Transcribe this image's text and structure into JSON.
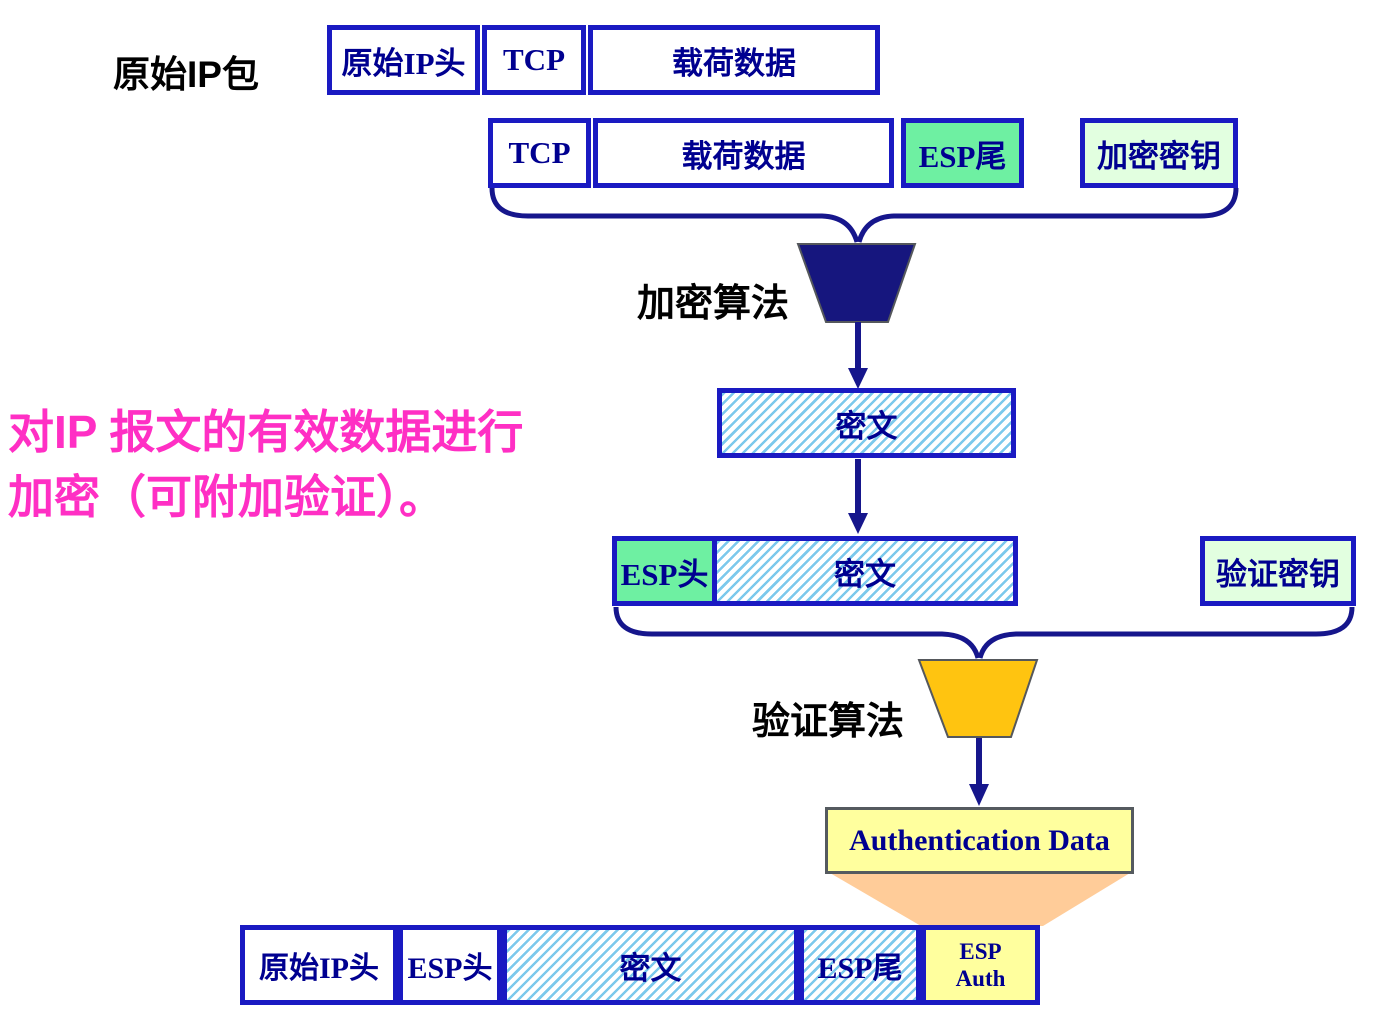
{
  "labels": {
    "original_packet": "原始IP包",
    "encrypt_algorithm": "加密算法",
    "verify_algorithm": "验证算法",
    "annotation_line1": "对IP 报文的有效数据进行",
    "annotation_line2": "加密（可附加验证）。"
  },
  "row_original": {
    "cells": [
      "原始IP头",
      "TCP",
      "载荷数据"
    ]
  },
  "row_to_encrypt": {
    "tcp": "TCP",
    "payload": "载荷数据",
    "esp_tail": "ESP尾",
    "encrypt_key": "加密密钥"
  },
  "ciphertext_box": "密文",
  "row_to_verify": {
    "esp_header": "ESP头",
    "ciphertext": "密文",
    "verify_key": "验证密钥"
  },
  "auth_data_box": "Authentication Data",
  "row_final": {
    "original_ip_header": "原始IP头",
    "esp_header": "ESP头",
    "ciphertext": "密文",
    "esp_tail": "ESP尾",
    "esp_auth_line1": "ESP",
    "esp_auth_line2": "Auth"
  },
  "colors": {
    "box_border_blue": "#1a1ac2",
    "box_text_navy": "#000090",
    "bright_green": "#6ef0a2",
    "pale_green": "#e2ffe0",
    "hatch_stripe_blue": "#7cc9ec",
    "encrypt_funnel_navy": "#16167e",
    "verify_funnel_gold": "#ffc410",
    "light_yellow": "#ffff9e",
    "peach": "#ffcc99",
    "annotation_pink": "#ff2fc4"
  }
}
